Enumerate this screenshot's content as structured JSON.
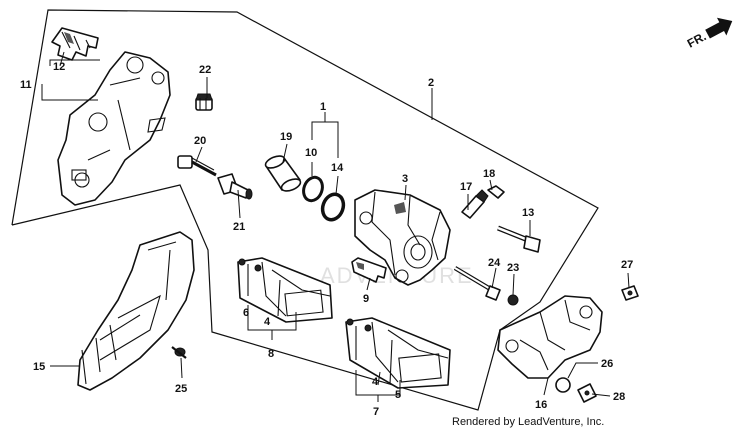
{
  "direction_label": "FR.",
  "footer_text": "Rendered by LeadVenture, Inc.",
  "watermark_text": "ADVENTURE",
  "callouts": {
    "c1": "1",
    "c2": "2",
    "c3": "3",
    "c4a": "4",
    "c4b": "4",
    "c5": "5",
    "c6": "6",
    "c7": "7",
    "c8": "8",
    "c9": "9",
    "c10": "10",
    "c11": "11",
    "c12": "12",
    "c13": "13",
    "c14": "14",
    "c15": "15",
    "c16": "16",
    "c17": "17",
    "c18": "18",
    "c19": "19",
    "c20": "20",
    "c21": "21",
    "c22": "22",
    "c23": "23",
    "c24": "24",
    "c25": "25",
    "c26": "26",
    "c27": "27",
    "c28": "28"
  }
}
